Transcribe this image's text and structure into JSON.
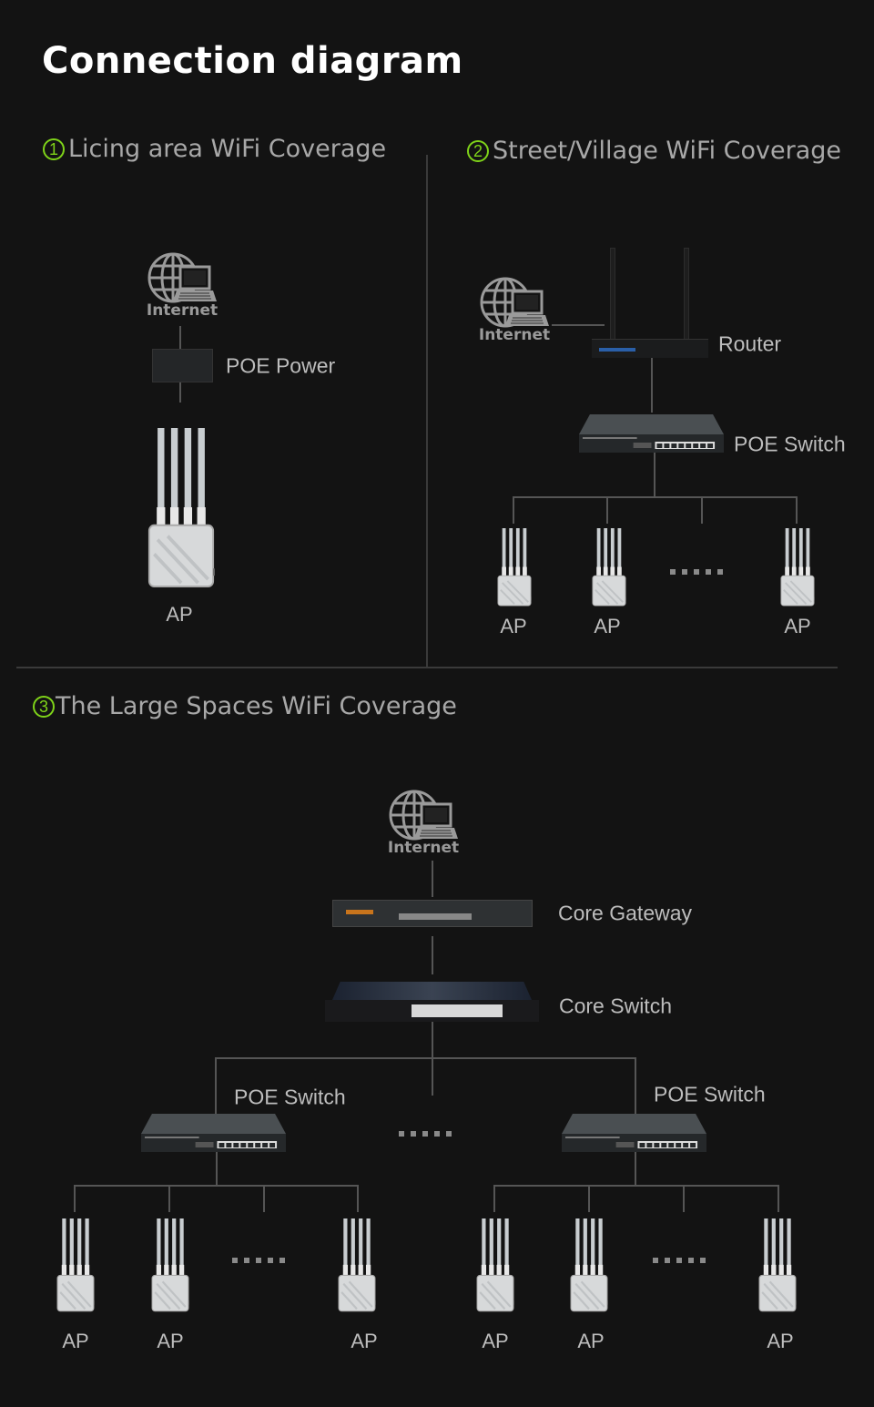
{
  "title": "Connection diagram",
  "sections": [
    {
      "number": "1",
      "heading": "Licing area WiFi Coverage",
      "internet": "Internet",
      "poe_power": "POE Power",
      "ap": "AP"
    },
    {
      "number": "2",
      "heading": "Street/Village WiFi Coverage",
      "internet": "Internet",
      "router": "Router",
      "poe_switch": "POE Switch",
      "aps": [
        "AP",
        "AP",
        "AP"
      ]
    },
    {
      "number": "3",
      "heading": "The Large Spaces WiFi Coverage",
      "internet": "Internet",
      "core_gateway": "Core Gateway",
      "core_switch": "Core Switch",
      "poe_switch_left": "POE Switch",
      "poe_switch_right": "POE Switch",
      "aps_left": [
        "AP",
        "AP",
        "AP"
      ],
      "aps_right": [
        "AP",
        "AP",
        "AP"
      ]
    }
  ],
  "colors": {
    "background": "#131313",
    "accent": "#7fd319",
    "line": "#555555"
  }
}
